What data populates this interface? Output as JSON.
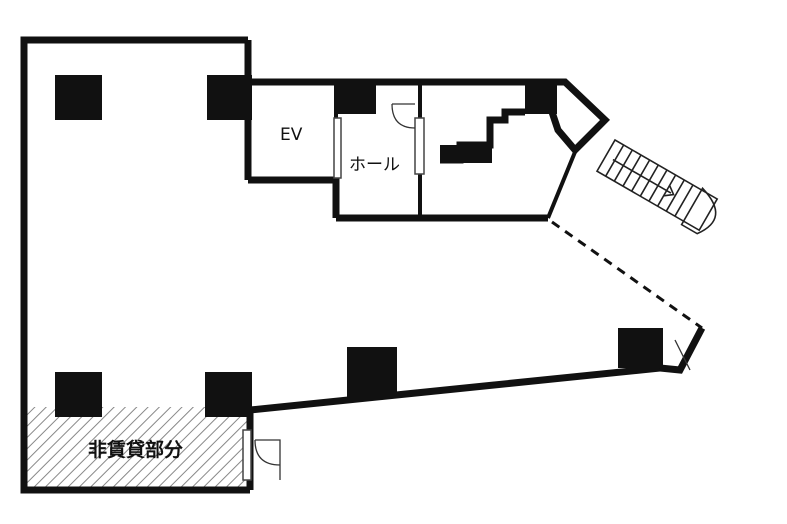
{
  "rooms": {
    "ev": "EV",
    "hall": "ホール",
    "non_rental": "非賃貸部分"
  },
  "icons": {
    "stair_arrow": "stair-up-arrow-icon"
  }
}
